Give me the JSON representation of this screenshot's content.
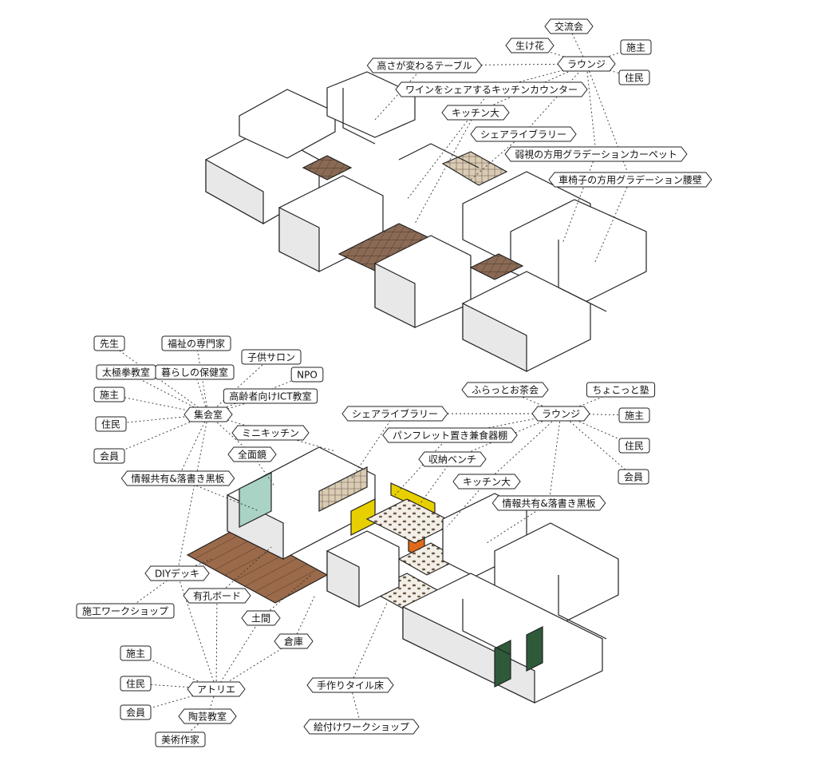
{
  "top_diagram": {
    "hubs": {
      "lounge": "ラウンジ"
    },
    "labels": {
      "exchange": "交流会",
      "ikebana": "生け花",
      "owner": "施主",
      "residents": "住民",
      "table": "高さが変わるテーブル",
      "wine_counter": "ワインをシェアするキッチンカウンター",
      "kitchen_large": "キッチン大",
      "share_library": "シェアライブラリー",
      "carpet": "弱視の方用グラデーションカーペット",
      "wainscot": "車椅子の方用グラデーション腰壁"
    }
  },
  "bottom_diagram": {
    "hubs": {
      "hall": "集会室",
      "lounge": "ラウンジ",
      "atelier": "アトリエ"
    },
    "labels": {
      "teacher": "先生",
      "welfare_expert": "福祉の専門家",
      "kids_salon": "子供サロン",
      "taichi": "太極拳教室",
      "health_room": "暮らしの保健室",
      "npo": "NPO",
      "owner_l": "施主",
      "ict": "高齢者向けICT教室",
      "residents_l": "住民",
      "members_l": "会員",
      "mini_kitchen": "ミニキッチン",
      "mirror": "全面鏡",
      "board_l": "情報共有&落書き黒板",
      "diy_deck": "DIYデッキ",
      "pegboard": "有孔ボード",
      "construction_ws": "施工ワークショップ",
      "earth_floor": "土間",
      "storage": "倉庫",
      "owner_a": "施主",
      "residents_a": "住民",
      "members_a": "会員",
      "pottery": "陶芸教室",
      "artist": "美術作家",
      "tile_floor": "手作りタイル床",
      "painting_ws": "絵付けワークショップ",
      "tea": "ふらっとお茶会",
      "cram": "ちょこっと塾",
      "share_library": "シェアライブラリー",
      "owner_r": "施主",
      "pamphlet": "パンフレット置き兼食器棚",
      "residents_r": "住民",
      "bench": "収納ベンチ",
      "members_r": "会員",
      "kitchen_large": "キッチン大",
      "board_r": "情報共有&落書き黒板"
    }
  },
  "colors": {
    "line": "#222222",
    "wall_top": "#ffffff",
    "wall_side": "#e6e6e6",
    "wood_floor": "#8b6a55",
    "deck": "#9a6a4a",
    "yellow": "#e8d000",
    "orange": "#e06a1a",
    "green": "#2f5a3a",
    "glass": "#a9d3c4",
    "pebble": "#6b5a4a"
  }
}
